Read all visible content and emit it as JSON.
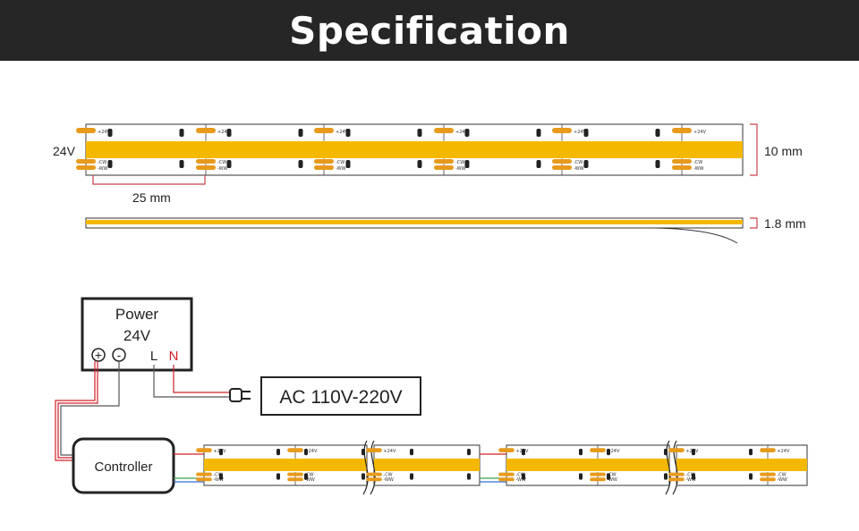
{
  "header": {
    "title": "Specification"
  },
  "strip": {
    "voltage_label": "24V",
    "width_label": "10 mm",
    "cut_label": "25 mm",
    "thickness_label": "1.8 mm",
    "pad_plus": "+24V",
    "pad_cw": "-CW",
    "pad_ww": "-WW"
  },
  "wiring": {
    "power_title": "Power",
    "power_voltage": "24V",
    "plus_symbol": "+",
    "minus_symbol": "-",
    "l_label": "L",
    "n_label": "N",
    "ac_label": "AC 110V-220V",
    "controller_label": "Controller"
  },
  "colors": {
    "header_bg": "#262626",
    "led_yellow": "#f5b800",
    "pad_orange": "#e79a1c",
    "dimension_red": "#c9424a",
    "wire_red": "#d0202a",
    "wire_green": "#3aa14a",
    "wire_blue": "#2f6fd1"
  }
}
